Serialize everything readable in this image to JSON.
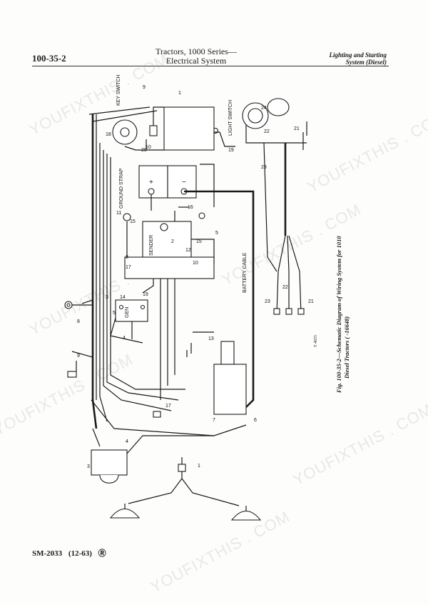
{
  "header": {
    "page_code": "100-35-2",
    "title_line1": "Tractors, 1000 Series—",
    "title_line2": "Electrical System",
    "section_line1": "Lighting and Starting",
    "section_line2": "System (Diesel)"
  },
  "caption": {
    "line1": "Fig. 100-35-2—Schematic Diagram of Wiring System for 1010",
    "line2": "Diesel Tractors (      -16648)"
  },
  "figure_ref": "T 4655",
  "footer": {
    "manual_code": "SM-2033",
    "date": "(12-63)",
    "mark": "Ⓡ"
  },
  "watermark": "YOUFIXTHIS . COM",
  "labels": {
    "key_switch": "KEY SWITCH",
    "light_switch": "LIGHT SWITCH",
    "ground_strap": "GROUND STRAP",
    "battery_cable": "BATTERY CABLE",
    "sender": "SENDER",
    "gen": "GEN",
    "plus": "+",
    "minus": "−",
    "c1": "1",
    "c2": "2",
    "c3": "3",
    "c4": "4",
    "c5": "5",
    "c6": "6",
    "c7": "7",
    "c8": "8",
    "c9": "9",
    "c10": "10",
    "c11": "11",
    "c12": "12",
    "c13": "13",
    "c14": "14",
    "c15": "15",
    "c16": "16",
    "c17": "17",
    "c18": "18",
    "c19": "19",
    "c20": "20",
    "c21": "21",
    "c22": "22",
    "c23": "23",
    "c24": "24"
  }
}
